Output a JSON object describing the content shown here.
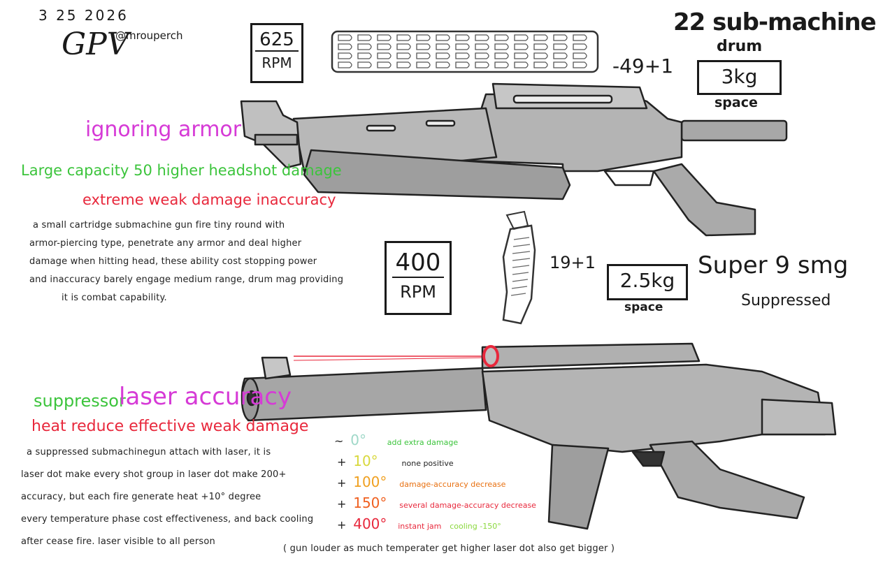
{
  "header": {
    "date": "3 25 2026",
    "signature": "GPV",
    "handle": "@mrouperch"
  },
  "smg1": {
    "rpm_value": "625",
    "rpm_unit": "RPM",
    "mag_count": "-49+1",
    "name_line1": "22 sub-machine",
    "name_line2": "drum",
    "weight": "3kg",
    "weight_label": "space",
    "trait1": "ignoring armor",
    "pros": "Large capacity 50  higher headshot damage",
    "cons": "extreme weak damage   inaccuracy",
    "desc": [
      "a small cartridge submachine gun fire tiny round with",
      "armor-piercing type, penetrate any armor and deal higher",
      "damage when hitting head, these ability cost stopping power",
      "and inaccuracy barely engage medium range, drum mag providing",
      "it is combat capability."
    ]
  },
  "smg2": {
    "rpm_value": "400",
    "rpm_unit": "RPM",
    "mag_count": "19+1",
    "name_line1": "Super 9 smg",
    "name_line2": "Suppressed",
    "weight": "2.5kg",
    "weight_label": "space",
    "trait_a": "suppressor",
    "trait_b": "laser accuracy",
    "cons": "heat reduce effective   weak damage",
    "desc": [
      "a suppressed submachinegun attach with laser, it is",
      "laser dot make every shot group in laser dot make 200+",
      "accuracy, but each fire generate heat +10° degree",
      "every temperature phase cost effectiveness, and back cooling",
      "after cease fire.   laser visible to all person"
    ]
  },
  "heat_legend": [
    {
      "sign": "~",
      "deg": "0°",
      "text": "add extra damage",
      "color": "#9fd8c8",
      "text_color": "#3cc43c"
    },
    {
      "sign": "+",
      "deg": "10°",
      "text": "none positive",
      "color": "#d8d83c",
      "text_color": "#222222"
    },
    {
      "sign": "+",
      "deg": "100°",
      "text": "damage-accuracy decrease",
      "color": "#f0a020",
      "text_color": "#e87010"
    },
    {
      "sign": "+",
      "deg": "150°",
      "text": "several damage-accuracy decrease",
      "color": "#f06020",
      "text_color": "#e8283c"
    },
    {
      "sign": "+",
      "deg": "400°",
      "text": "instant jam",
      "color": "#e8283c",
      "text_color": "#e8283c",
      "extra": "cooling -150°",
      "extra_color": "#8ad83c"
    }
  ],
  "footnote": "( gun louder as much temperater get higher  laser dot also get bigger )"
}
